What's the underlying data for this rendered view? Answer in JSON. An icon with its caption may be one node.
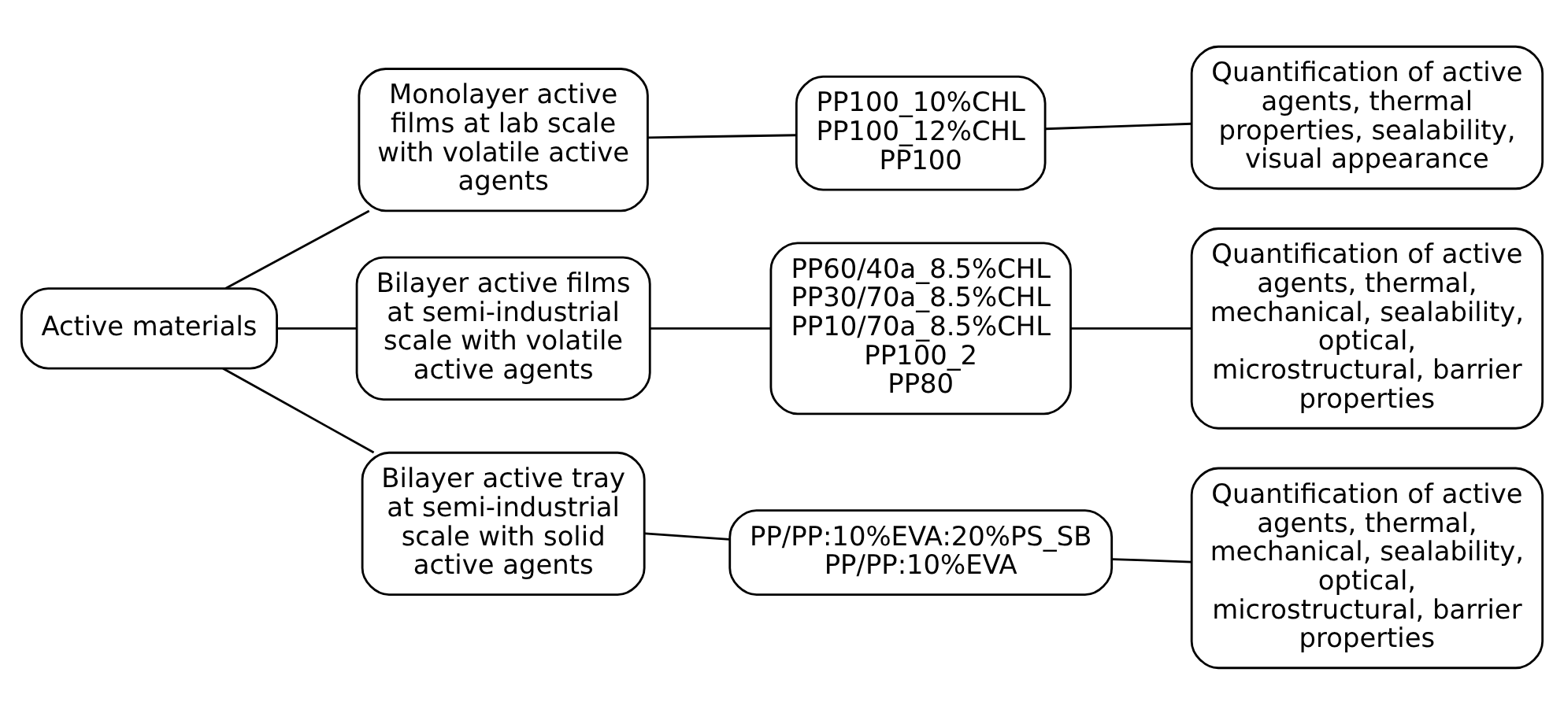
{
  "diagram": {
    "nodes": [
      {
        "text": [
          "Active materials"
        ]
      },
      {
        "text": [
          "Monolayer active films at lab scale with volatile active agents"
        ]
      },
      {
        "text": [
          "PP100_10%CHL",
          "PP100_12%CHL",
          "PP100"
        ]
      },
      {
        "text": [
          "Quantification of active agents, thermal properties, sealability, visual appearance"
        ]
      },
      {
        "text": [
          "Bilayer active films at semi-industrial scale with volatile active agents"
        ]
      },
      {
        "text": [
          "PP60/40a_8.5%CHL",
          "PP30/70a_8.5%CHL",
          "PP10/70a_8.5%CHL",
          "PP100_2",
          "PP80"
        ]
      },
      {
        "text": [
          "Quantification of active agents, thermal, mechanical, sealability, optical, microstructural, barrier properties"
        ]
      },
      {
        "text": [
          "Bilayer active tray at semi-industrial scale with solid active agents"
        ]
      },
      {
        "text": [
          "PP/PP:10%EVA:20%PS_SB",
          "PP/PP:10%EVA"
        ]
      },
      {
        "text": [
          "Quantification of active agents, thermal, mechanical, sealability, optical, microstructural, barrier properties"
        ]
      }
    ],
    "edges": [
      {
        "from": 0,
        "to": 1,
        "arrow": "none"
      },
      {
        "from": 0,
        "to": 4,
        "arrow": "none"
      },
      {
        "from": 0,
        "to": 7,
        "arrow": "none"
      },
      {
        "from": 1,
        "to": 2,
        "arrow": "none"
      },
      {
        "from": 2,
        "to": 3,
        "arrow": "none"
      },
      {
        "from": 4,
        "to": 5,
        "arrow": "none"
      },
      {
        "from": 5,
        "to": 6,
        "arrow": "none"
      },
      {
        "from": 7,
        "to": 8,
        "arrow": "none"
      },
      {
        "from": 8,
        "to": 9,
        "arrow": "none"
      }
    ]
  }
}
